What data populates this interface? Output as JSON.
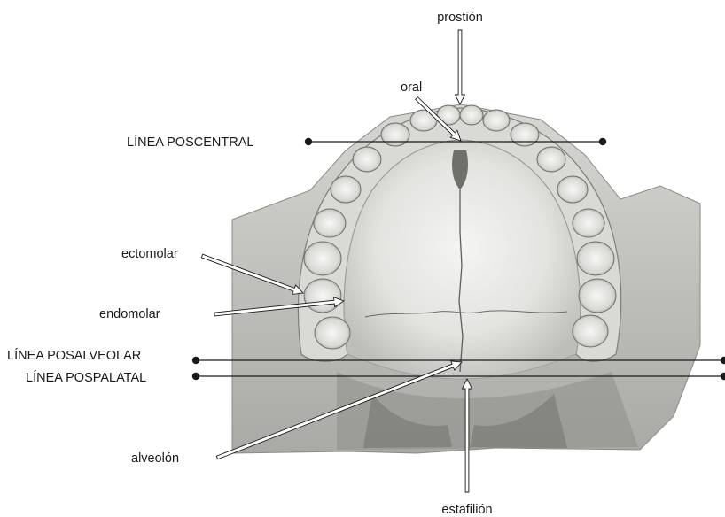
{
  "labels": {
    "prostion": "prostión",
    "oral": "oral",
    "linea_poscentral": "LÍNEA POSCENTRAL",
    "ectomolar": "ectomolar",
    "endomolar": "endomolar",
    "linea_posalveolar": "LÍNEA POSALVEOLAR",
    "linea_pospalatal": "LÍNEA POSPALATAL",
    "alveolon": "alveolón",
    "estafilion": "estafilión"
  },
  "colors": {
    "ink": "#1a1a1a",
    "bone_light": "#e9e9e6",
    "bone_shadow": "#9c9c98",
    "background_tissue": "#c9c9c5"
  }
}
